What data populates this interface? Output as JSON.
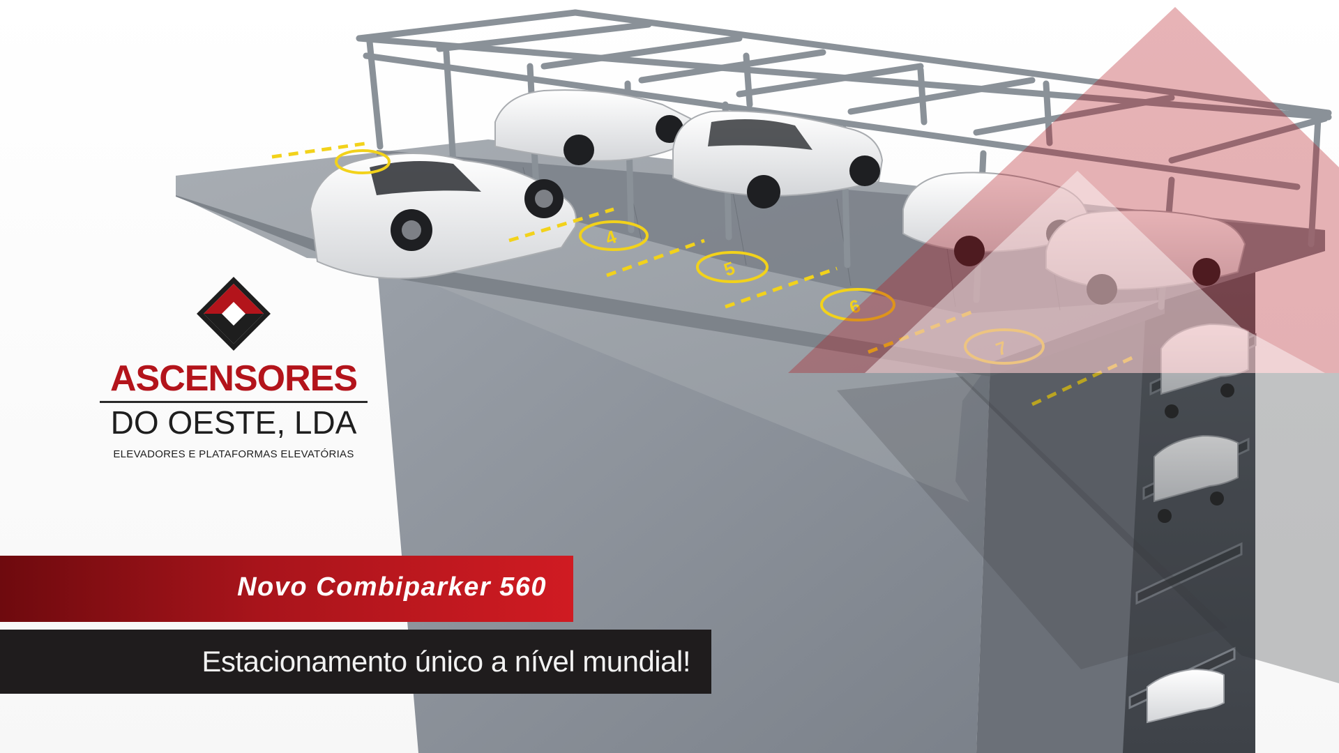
{
  "brand": {
    "name_line1": "ASCENSORES",
    "name_line2": "DO OESTE, LDA",
    "tagline": "ELEVADORES E PLATAFORMAS ELEVATÓRIAS",
    "logo_icon": "diamond-s-logo-icon"
  },
  "banner": {
    "product_title": "Novo Combiparker 560",
    "slogan": "Estacionamento único a nível mundial!"
  },
  "illustration": {
    "parking_bay_numbers": [
      "4",
      "5",
      "6",
      "7"
    ]
  },
  "colors": {
    "brand_red": "#b3141b",
    "dark_band": "#1f1c1d",
    "concrete": "#8e949c",
    "frame": "#8a9198",
    "parking_marking": "#f2d21b"
  }
}
